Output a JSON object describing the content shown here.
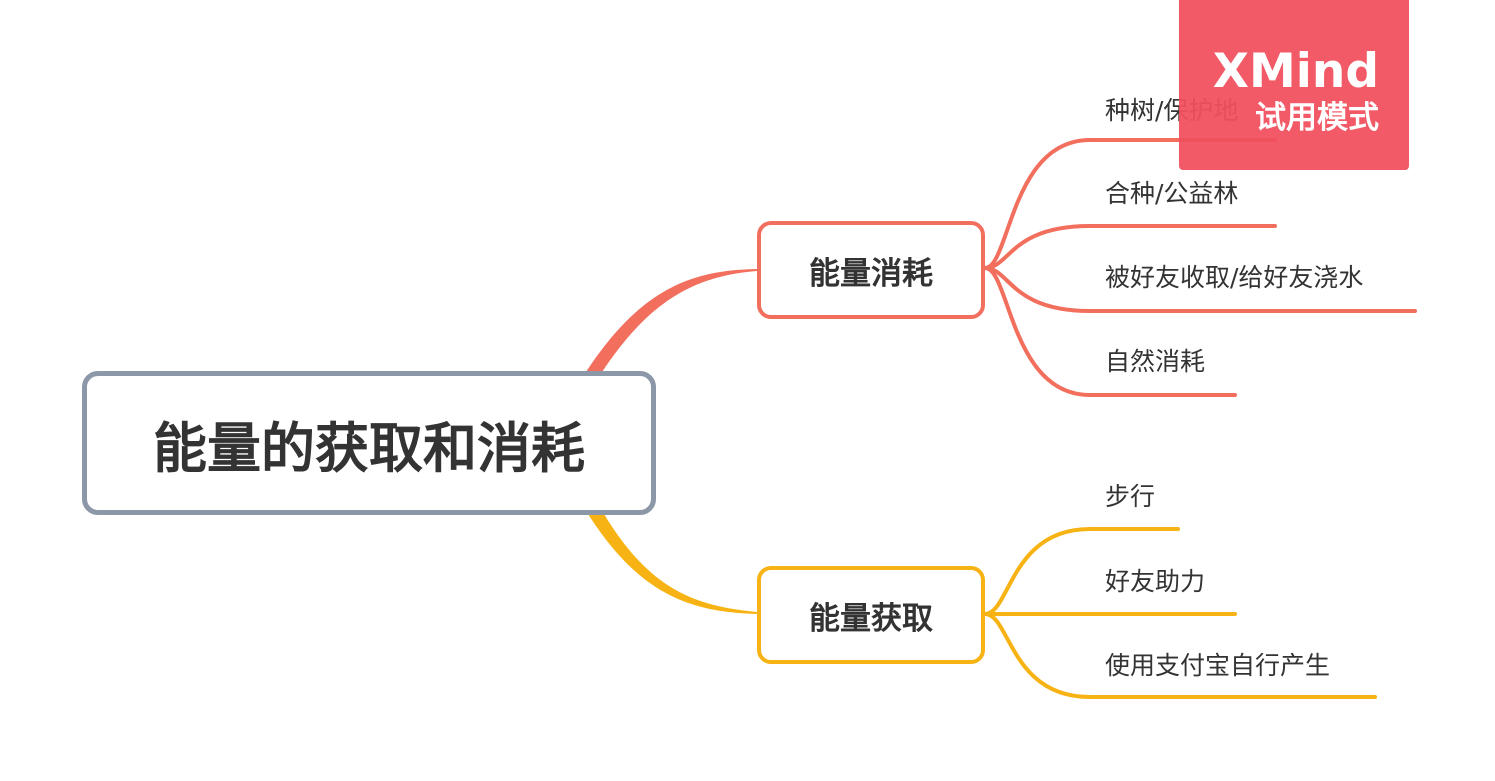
{
  "root": {
    "label": "能量的获取和消耗"
  },
  "branches": [
    {
      "label": "能量消耗",
      "color": "#f26f5e",
      "children": [
        "种树/保护地",
        "合种/公益林",
        "被好友收取/给好友浇水",
        "自然消耗"
      ]
    },
    {
      "label": "能量获取",
      "color": "#f7b314",
      "children": [
        "步行",
        "好友助力",
        "使用支付宝自行产生"
      ]
    }
  ],
  "watermark": {
    "brand": "XMind",
    "mode": "试用模式",
    "color": "#f0505c"
  }
}
